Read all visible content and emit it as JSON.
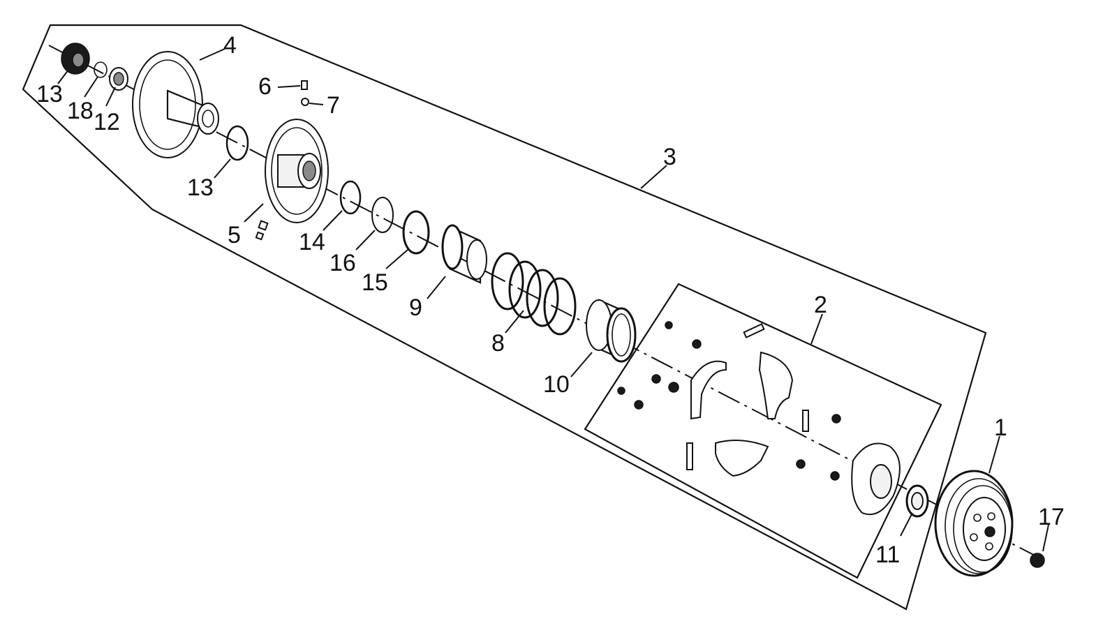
{
  "diagram": {
    "type": "exploded-parts-view",
    "callouts": [
      "1",
      "2",
      "3",
      "4",
      "5",
      "6",
      "7",
      "8",
      "9",
      "10",
      "11",
      "12",
      "13",
      "13",
      "14",
      "15",
      "16",
      "17",
      "18"
    ]
  }
}
